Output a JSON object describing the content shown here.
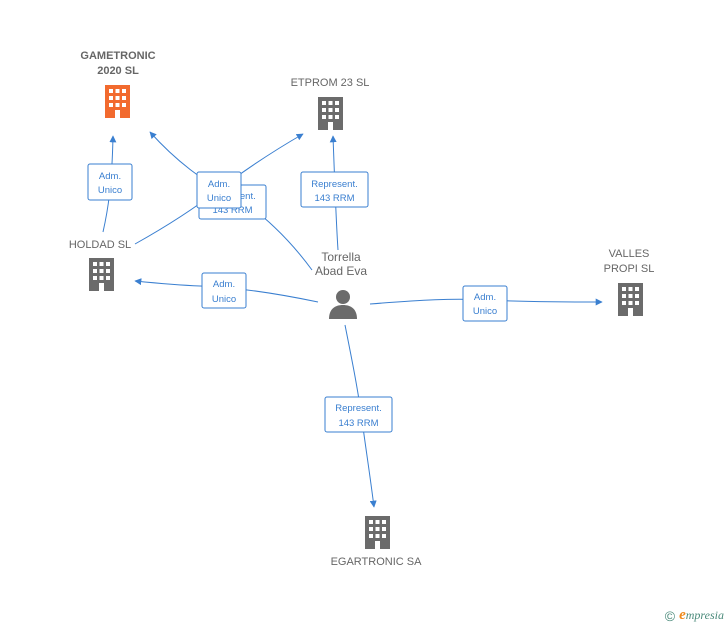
{
  "colors": {
    "edge": "#3a7fd0",
    "building_default": "#6b6b6b",
    "building_highlight": "#f26a2e",
    "person": "#6b6b6b",
    "label": "#666666"
  },
  "person": {
    "line1": "Torrella",
    "line2": "Abad Eva",
    "icon": "person-icon"
  },
  "companies": {
    "gametronic": {
      "line1": "GAMETRONIC",
      "line2": "2020  SL",
      "icon": "building-icon"
    },
    "etprom": {
      "line1": "ETPROM 23  SL",
      "icon": "building-icon"
    },
    "holdad": {
      "line1": "HOLDAD  SL",
      "icon": "building-icon"
    },
    "valles": {
      "line1": "VALLES",
      "line2": "PROPI  SL",
      "icon": "building-icon"
    },
    "egartronic": {
      "line1": "EGARTRONIC SA",
      "icon": "building-icon"
    }
  },
  "edges": {
    "holdad_gametronic": {
      "line1": "Adm.",
      "line2": "Unico"
    },
    "holdad_etprom": {
      "line1": "Adm.",
      "line2": "Unico"
    },
    "person_gametronic": {
      "line1": "Represent.",
      "line2": "143 RRM"
    },
    "person_etprom": {
      "line1": "Represent.",
      "line2": "143 RRM"
    },
    "person_holdad": {
      "line1": "Adm.",
      "line2": "Unico"
    },
    "person_valles": {
      "line1": "Adm.",
      "line2": "Unico"
    },
    "person_egartronic": {
      "line1": "Represent.",
      "line2": "143 RRM"
    }
  },
  "footer": {
    "copyright": "©",
    "brand_initial": "e",
    "brand_rest": "mpresia"
  }
}
